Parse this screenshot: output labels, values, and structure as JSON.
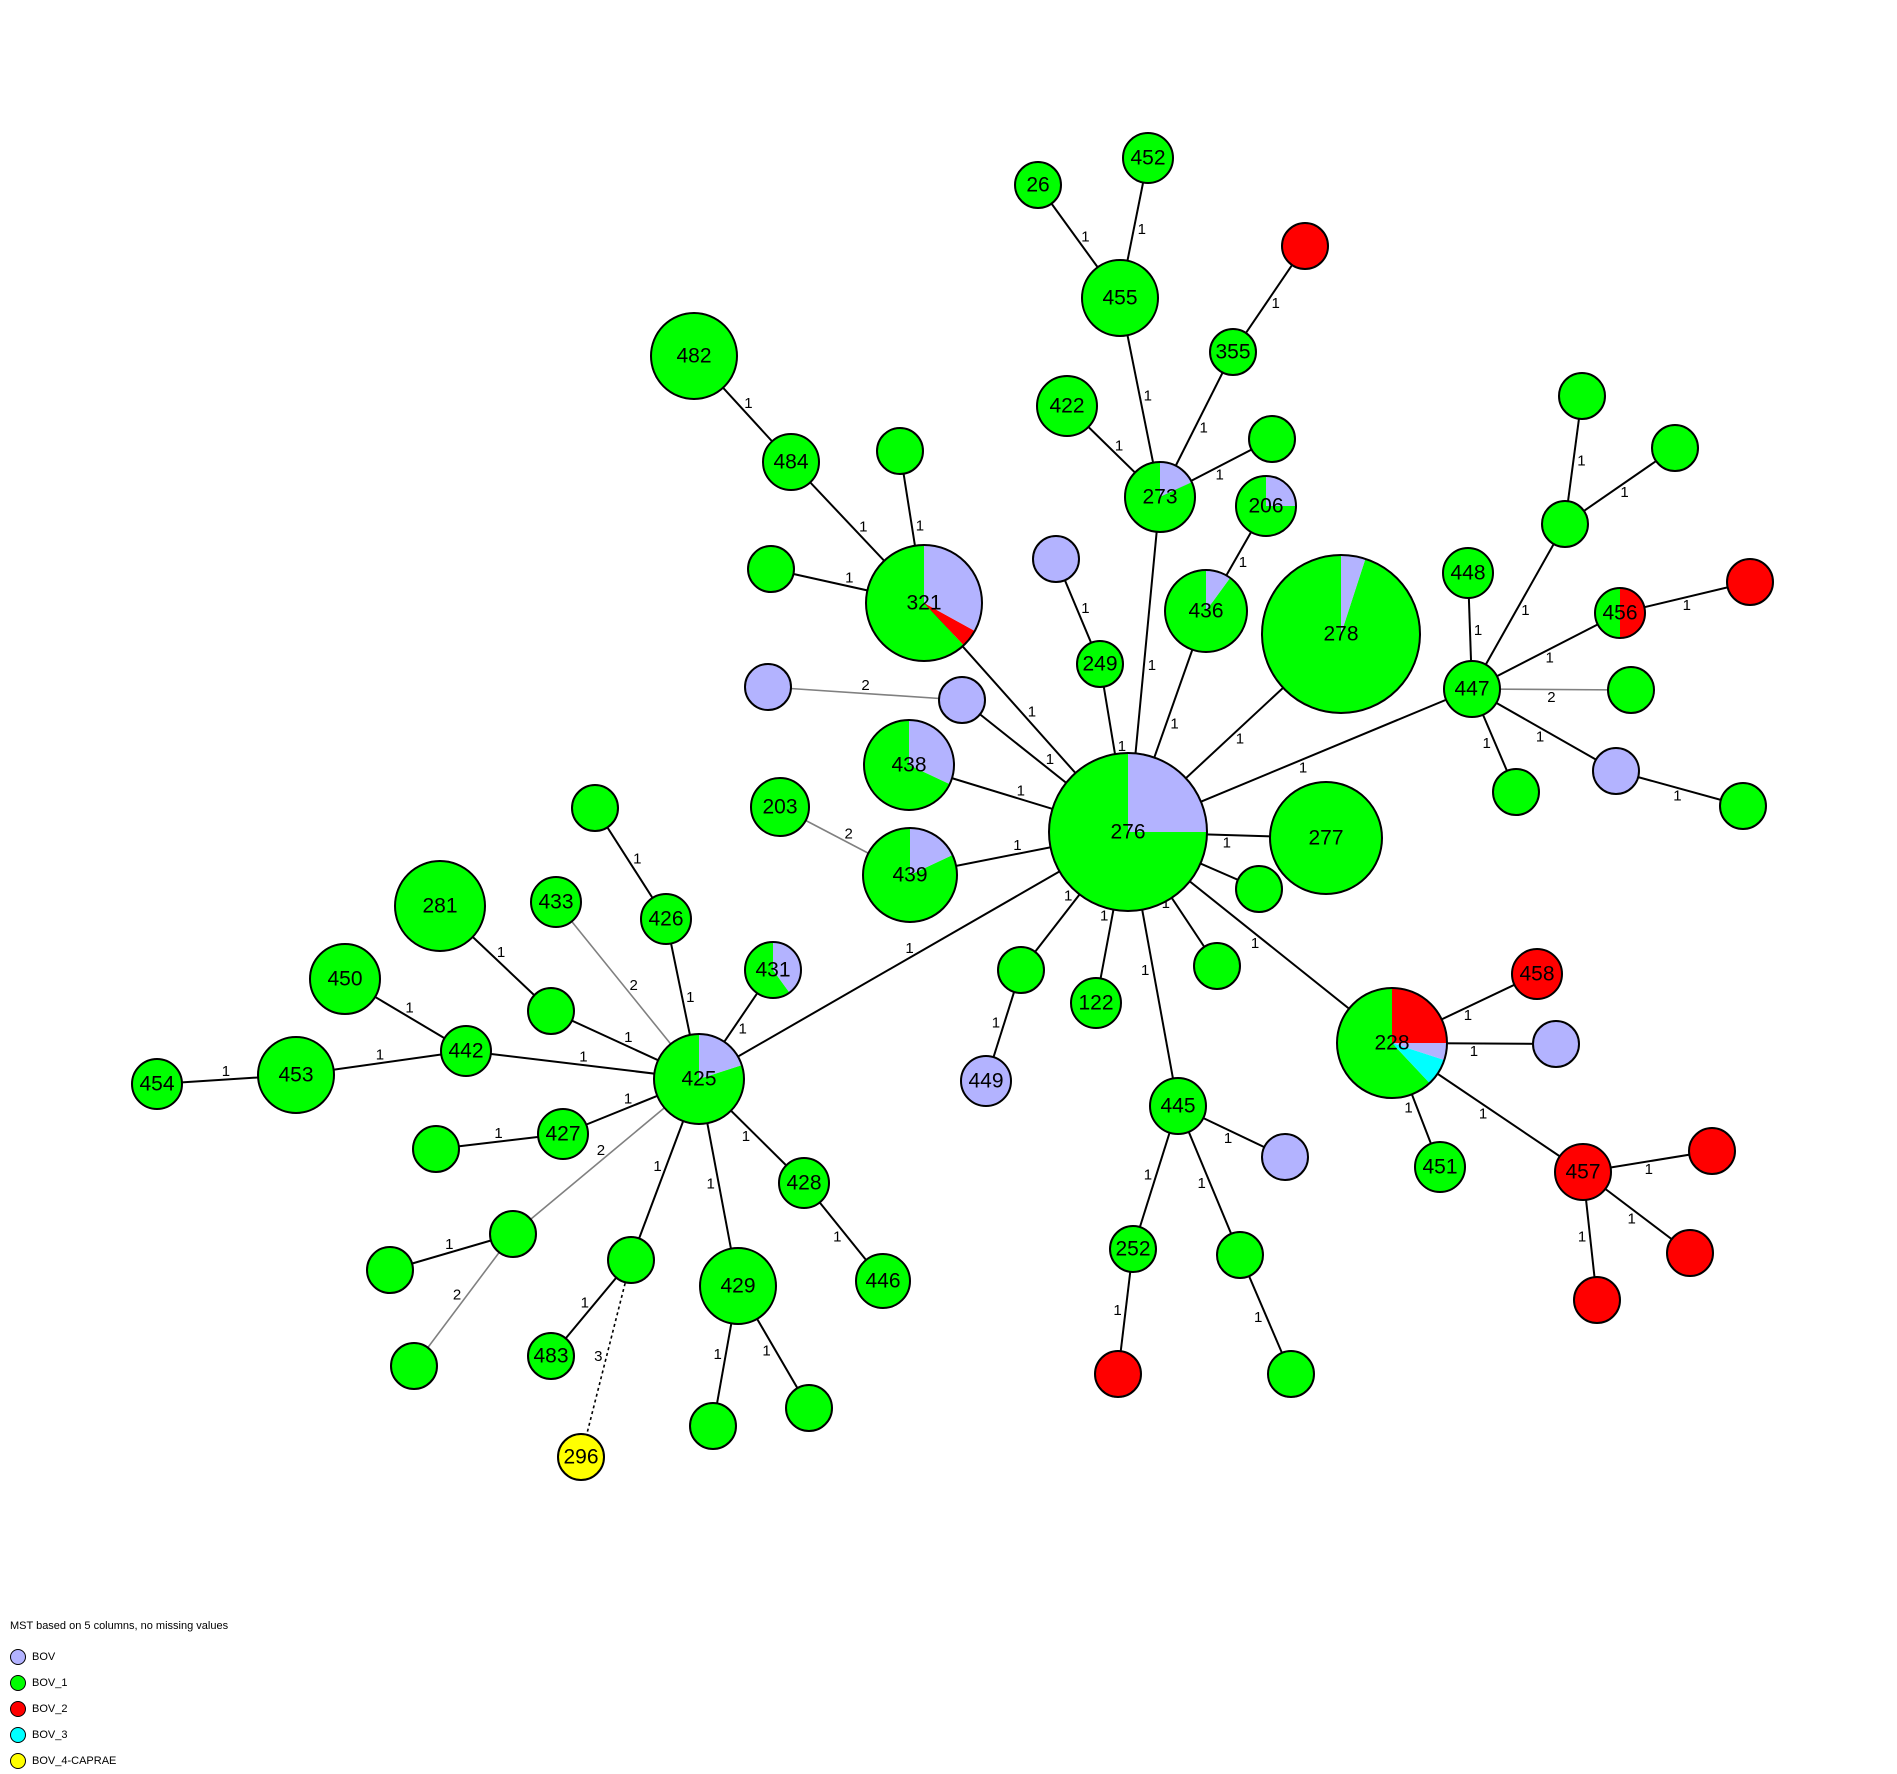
{
  "caption": "MST based on 5 columns, no missing values",
  "categories": [
    {
      "key": "BOV",
      "label": "BOV",
      "color": "#b3b3ff"
    },
    {
      "key": "BOV_1",
      "label": "BOV_1",
      "color": "#00ff00"
    },
    {
      "key": "BOV_2",
      "label": "BOV_2",
      "color": "#ff0000"
    },
    {
      "key": "BOV_3",
      "label": "BOV_3",
      "color": "#00ffff"
    },
    {
      "key": "BOV_4",
      "label": "BOV_4-CAPRAE",
      "color": "#ffff00"
    }
  ],
  "nodes": [
    {
      "id": "n276",
      "label": "276",
      "parts": [
        [
          "BOV_1",
          0.75
        ],
        [
          "BOV",
          0.25
        ]
      ]
    },
    {
      "id": "n278",
      "label": "278",
      "parts": [
        [
          "BOV_1",
          0.95
        ],
        [
          "BOV",
          0.05
        ]
      ]
    },
    {
      "id": "n277",
      "label": "277",
      "parts": [
        [
          "BOV_1",
          1
        ]
      ]
    },
    {
      "id": "n321",
      "label": "321",
      "parts": [
        [
          "BOV_1",
          0.62
        ],
        [
          "BOV_2",
          0.05
        ],
        [
          "BOV",
          0.33
        ]
      ]
    },
    {
      "id": "n482",
      "label": "482",
      "parts": [
        [
          "BOV_1",
          1
        ]
      ]
    },
    {
      "id": "n484",
      "label": "484",
      "parts": [
        [
          "BOV_1",
          1
        ]
      ]
    },
    {
      "id": "g321a",
      "label": "",
      "parts": [
        [
          "BOV_1",
          1
        ]
      ]
    },
    {
      "id": "g321b",
      "label": "",
      "parts": [
        [
          "BOV_1",
          1
        ]
      ]
    },
    {
      "id": "b1",
      "label": "",
      "parts": [
        [
          "BOV",
          1
        ]
      ]
    },
    {
      "id": "b2",
      "label": "",
      "parts": [
        [
          "BOV",
          1
        ]
      ]
    },
    {
      "id": "n438",
      "label": "438",
      "parts": [
        [
          "BOV_1",
          0.68
        ],
        [
          "BOV",
          0.32
        ]
      ]
    },
    {
      "id": "n439",
      "label": "439",
      "parts": [
        [
          "BOV_1",
          0.82
        ],
        [
          "BOV",
          0.18
        ]
      ]
    },
    {
      "id": "n203",
      "label": "203",
      "parts": [
        [
          "BOV_1",
          1
        ]
      ]
    },
    {
      "id": "b3",
      "label": "",
      "parts": [
        [
          "BOV",
          1
        ]
      ]
    },
    {
      "id": "n249",
      "label": "249",
      "parts": [
        [
          "BOV_1",
          1
        ]
      ]
    },
    {
      "id": "n273",
      "label": "273",
      "parts": [
        [
          "BOV_1",
          0.82
        ],
        [
          "BOV",
          0.18
        ]
      ]
    },
    {
      "id": "n455",
      "label": "455",
      "parts": [
        [
          "BOV_1",
          1
        ]
      ]
    },
    {
      "id": "n26",
      "label": "26",
      "parts": [
        [
          "BOV_1",
          1
        ]
      ]
    },
    {
      "id": "n452",
      "label": "452",
      "parts": [
        [
          "BOV_1",
          1
        ]
      ]
    },
    {
      "id": "n422",
      "label": "422",
      "parts": [
        [
          "BOV_1",
          1
        ]
      ]
    },
    {
      "id": "n355",
      "label": "355",
      "parts": [
        [
          "BOV_1",
          1
        ]
      ]
    },
    {
      "id": "r1",
      "label": "",
      "parts": [
        [
          "BOV_2",
          1
        ]
      ]
    },
    {
      "id": "g273",
      "label": "",
      "parts": [
        [
          "BOV_1",
          1
        ]
      ]
    },
    {
      "id": "n436",
      "label": "436",
      "parts": [
        [
          "BOV_1",
          0.9
        ],
        [
          "BOV",
          0.1
        ]
      ]
    },
    {
      "id": "n206",
      "label": "206",
      "parts": [
        [
          "BOV_1",
          0.75
        ],
        [
          "BOV",
          0.25
        ]
      ]
    },
    {
      "id": "n447",
      "label": "447",
      "parts": [
        [
          "BOV_1",
          1
        ]
      ]
    },
    {
      "id": "n448",
      "label": "448",
      "parts": [
        [
          "BOV_1",
          1
        ]
      ]
    },
    {
      "id": "g447a",
      "label": "",
      "parts": [
        [
          "BOV_1",
          1
        ]
      ]
    },
    {
      "id": "g447b",
      "label": "",
      "parts": [
        [
          "BOV_1",
          1
        ]
      ]
    },
    {
      "id": "g447c",
      "label": "",
      "parts": [
        [
          "BOV_1",
          1
        ]
      ]
    },
    {
      "id": "n456",
      "label": "456",
      "parts": [
        [
          "BOV_1",
          0.5
        ],
        [
          "BOV_2",
          0.5
        ]
      ]
    },
    {
      "id": "r2",
      "label": "",
      "parts": [
        [
          "BOV_2",
          1
        ]
      ]
    },
    {
      "id": "g447d",
      "label": "",
      "parts": [
        [
          "BOV_1",
          1
        ]
      ]
    },
    {
      "id": "g447e",
      "label": "",
      "parts": [
        [
          "BOV_1",
          1
        ]
      ]
    },
    {
      "id": "b4",
      "label": "",
      "parts": [
        [
          "BOV",
          1
        ]
      ]
    },
    {
      "id": "g447f",
      "label": "",
      "parts": [
        [
          "BOV_1",
          1
        ]
      ]
    },
    {
      "id": "g276a",
      "label": "",
      "parts": [
        [
          "BOV_1",
          1
        ]
      ]
    },
    {
      "id": "g276b",
      "label": "",
      "parts": [
        [
          "BOV_1",
          1
        ]
      ]
    },
    {
      "id": "n228",
      "label": "228",
      "parts": [
        [
          "BOV_1",
          0.62
        ],
        [
          "BOV_3",
          0.08
        ],
        [
          "BOV",
          0.05
        ],
        [
          "BOV_2",
          0.25
        ]
      ]
    },
    {
      "id": "n458",
      "label": "458",
      "parts": [
        [
          "BOV_2",
          1
        ]
      ]
    },
    {
      "id": "b5",
      "label": "",
      "parts": [
        [
          "BOV",
          1
        ]
      ]
    },
    {
      "id": "n451",
      "label": "451",
      "parts": [
        [
          "BOV_1",
          1
        ]
      ]
    },
    {
      "id": "n457",
      "label": "457",
      "parts": [
        [
          "BOV_2",
          1
        ]
      ]
    },
    {
      "id": "r3",
      "label": "",
      "parts": [
        [
          "BOV_2",
          1
        ]
      ]
    },
    {
      "id": "r4",
      "label": "",
      "parts": [
        [
          "BOV_2",
          1
        ]
      ]
    },
    {
      "id": "r5",
      "label": "",
      "parts": [
        [
          "BOV_2",
          1
        ]
      ]
    },
    {
      "id": "n445",
      "label": "445",
      "parts": [
        [
          "BOV_1",
          1
        ]
      ]
    },
    {
      "id": "b6",
      "label": "",
      "parts": [
        [
          "BOV",
          1
        ]
      ]
    },
    {
      "id": "n252",
      "label": "252",
      "parts": [
        [
          "BOV_1",
          1
        ]
      ]
    },
    {
      "id": "r6",
      "label": "",
      "parts": [
        [
          "BOV_2",
          1
        ]
      ]
    },
    {
      "id": "g445a",
      "label": "",
      "parts": [
        [
          "BOV_1",
          1
        ]
      ]
    },
    {
      "id": "g445b",
      "label": "",
      "parts": [
        [
          "BOV_1",
          1
        ]
      ]
    },
    {
      "id": "n122",
      "label": "122",
      "parts": [
        [
          "BOV_1",
          1
        ]
      ]
    },
    {
      "id": "g276c",
      "label": "",
      "parts": [
        [
          "BOV_1",
          1
        ]
      ]
    },
    {
      "id": "n449",
      "label": "449",
      "parts": [
        [
          "BOV",
          1
        ]
      ]
    },
    {
      "id": "n425",
      "label": "425",
      "parts": [
        [
          "BOV_1",
          0.8
        ],
        [
          "BOV",
          0.2
        ]
      ]
    },
    {
      "id": "n431",
      "label": "431",
      "parts": [
        [
          "BOV_1",
          0.6
        ],
        [
          "BOV",
          0.4
        ]
      ]
    },
    {
      "id": "n426",
      "label": "426",
      "parts": [
        [
          "BOV_1",
          1
        ]
      ]
    },
    {
      "id": "g426",
      "label": "",
      "parts": [
        [
          "BOV_1",
          1
        ]
      ]
    },
    {
      "id": "n433",
      "label": "433",
      "parts": [
        [
          "BOV_1",
          1
        ]
      ]
    },
    {
      "id": "g425a",
      "label": "",
      "parts": [
        [
          "BOV_1",
          1
        ]
      ]
    },
    {
      "id": "n281",
      "label": "281",
      "parts": [
        [
          "BOV_1",
          1
        ]
      ]
    },
    {
      "id": "n442",
      "label": "442",
      "parts": [
        [
          "BOV_1",
          1
        ]
      ]
    },
    {
      "id": "n450",
      "label": "450",
      "parts": [
        [
          "BOV_1",
          1
        ]
      ]
    },
    {
      "id": "n453",
      "label": "453",
      "parts": [
        [
          "BOV_1",
          1
        ]
      ]
    },
    {
      "id": "n454",
      "label": "454",
      "parts": [
        [
          "BOV_1",
          1
        ]
      ]
    },
    {
      "id": "n427",
      "label": "427",
      "parts": [
        [
          "BOV_1",
          1
        ]
      ]
    },
    {
      "id": "g427",
      "label": "",
      "parts": [
        [
          "BOV_1",
          1
        ]
      ]
    },
    {
      "id": "g425b",
      "label": "",
      "parts": [
        [
          "BOV_1",
          1
        ]
      ]
    },
    {
      "id": "g425c",
      "label": "",
      "parts": [
        [
          "BOV_1",
          1
        ]
      ]
    },
    {
      "id": "g425d",
      "label": "",
      "parts": [
        [
          "BOV_1",
          1
        ]
      ]
    },
    {
      "id": "g425e",
      "label": "",
      "parts": [
        [
          "BOV_1",
          1
        ]
      ]
    },
    {
      "id": "n483",
      "label": "483",
      "parts": [
        [
          "BOV_1",
          1
        ]
      ]
    },
    {
      "id": "n296",
      "label": "296",
      "parts": [
        [
          "BOV_4",
          1
        ]
      ]
    },
    {
      "id": "n429",
      "label": "429",
      "parts": [
        [
          "BOV_1",
          1
        ]
      ]
    },
    {
      "id": "g429a",
      "label": "",
      "parts": [
        [
          "BOV_1",
          1
        ]
      ]
    },
    {
      "id": "g429b",
      "label": "",
      "parts": [
        [
          "BOV_1",
          1
        ]
      ]
    },
    {
      "id": "n428",
      "label": "428",
      "parts": [
        [
          "BOV_1",
          1
        ]
      ]
    },
    {
      "id": "n446",
      "label": "446",
      "parts": [
        [
          "BOV_1",
          1
        ]
      ]
    }
  ],
  "edges": [
    {
      "source": "n276",
      "target": "n321",
      "distance": "1"
    },
    {
      "source": "n321",
      "target": "n484",
      "distance": "1"
    },
    {
      "source": "n484",
      "target": "n482",
      "distance": "1"
    },
    {
      "source": "n321",
      "target": "g321a",
      "distance": "1"
    },
    {
      "source": "n321",
      "target": "g321b",
      "distance": "1"
    },
    {
      "source": "n276",
      "target": "b1",
      "distance": "1"
    },
    {
      "source": "b1",
      "target": "b2",
      "distance": "2"
    },
    {
      "source": "n276",
      "target": "n438",
      "distance": "1"
    },
    {
      "source": "n276",
      "target": "n439",
      "distance": "1"
    },
    {
      "source": "n439",
      "target": "n203",
      "distance": "2"
    },
    {
      "source": "n276",
      "target": "n249",
      "distance": "1"
    },
    {
      "source": "n249",
      "target": "b3",
      "distance": "1"
    },
    {
      "source": "n276",
      "target": "n273",
      "distance": "1"
    },
    {
      "source": "n273",
      "target": "n455",
      "distance": "1"
    },
    {
      "source": "n455",
      "target": "n26",
      "distance": "1"
    },
    {
      "source": "n455",
      "target": "n452",
      "distance": "1"
    },
    {
      "source": "n273",
      "target": "n422",
      "distance": "1"
    },
    {
      "source": "n273",
      "target": "n355",
      "distance": "1"
    },
    {
      "source": "n355",
      "target": "r1",
      "distance": "1"
    },
    {
      "source": "n273",
      "target": "g273",
      "distance": "1"
    },
    {
      "source": "n276",
      "target": "n436",
      "distance": "1"
    },
    {
      "source": "n436",
      "target": "n206",
      "distance": "1"
    },
    {
      "source": "n276",
      "target": "n278",
      "distance": "1"
    },
    {
      "source": "n276",
      "target": "n447",
      "distance": "1"
    },
    {
      "source": "n447",
      "target": "n448",
      "distance": "1"
    },
    {
      "source": "n447",
      "target": "g447a",
      "distance": "1"
    },
    {
      "source": "g447a",
      "target": "g447b",
      "distance": "1"
    },
    {
      "source": "g447a",
      "target": "g447c",
      "distance": "1"
    },
    {
      "source": "n447",
      "target": "n456",
      "distance": "1"
    },
    {
      "source": "n456",
      "target": "r2",
      "distance": "1"
    },
    {
      "source": "n447",
      "target": "g447d",
      "distance": "2"
    },
    {
      "source": "n447",
      "target": "g447e",
      "distance": "1"
    },
    {
      "source": "n447",
      "target": "b4",
      "distance": "1"
    },
    {
      "source": "b4",
      "target": "g447f",
      "distance": "1"
    },
    {
      "source": "n276",
      "target": "n277",
      "distance": "1"
    },
    {
      "source": "n276",
      "target": "g276a",
      "distance": "1"
    },
    {
      "source": "n276",
      "target": "g276b",
      "distance": "1"
    },
    {
      "source": "n276",
      "target": "n228",
      "distance": "1"
    },
    {
      "source": "n228",
      "target": "n458",
      "distance": "1"
    },
    {
      "source": "n228",
      "target": "b5",
      "distance": "1"
    },
    {
      "source": "n228",
      "target": "n451",
      "distance": "1"
    },
    {
      "source": "n228",
      "target": "n457",
      "distance": "1"
    },
    {
      "source": "n457",
      "target": "r3",
      "distance": "1"
    },
    {
      "source": "n457",
      "target": "r4",
      "distance": "1"
    },
    {
      "source": "n457",
      "target": "r5",
      "distance": "1"
    },
    {
      "source": "n276",
      "target": "n445",
      "distance": "1"
    },
    {
      "source": "n445",
      "target": "b6",
      "distance": "1"
    },
    {
      "source": "n445",
      "target": "n252",
      "distance": "1"
    },
    {
      "source": "n252",
      "target": "r6",
      "distance": "1"
    },
    {
      "source": "n445",
      "target": "g445a",
      "distance": "1"
    },
    {
      "source": "g445a",
      "target": "g445b",
      "distance": "1"
    },
    {
      "source": "n276",
      "target": "n122",
      "distance": "1"
    },
    {
      "source": "n276",
      "target": "g276c",
      "distance": "1"
    },
    {
      "source": "g276c",
      "target": "n449",
      "distance": "1"
    },
    {
      "source": "n276",
      "target": "n425",
      "distance": "1"
    },
    {
      "source": "n425",
      "target": "n431",
      "distance": "1"
    },
    {
      "source": "n425",
      "target": "n426",
      "distance": "1"
    },
    {
      "source": "n426",
      "target": "g426",
      "distance": "1"
    },
    {
      "source": "n425",
      "target": "n433",
      "distance": "2"
    },
    {
      "source": "n425",
      "target": "g425a",
      "distance": "1"
    },
    {
      "source": "g425a",
      "target": "n281",
      "distance": "1"
    },
    {
      "source": "n425",
      "target": "n442",
      "distance": "1"
    },
    {
      "source": "n442",
      "target": "n450",
      "distance": "1"
    },
    {
      "source": "n442",
      "target": "n453",
      "distance": "1"
    },
    {
      "source": "n453",
      "target": "n454",
      "distance": "1"
    },
    {
      "source": "n425",
      "target": "n427",
      "distance": "1"
    },
    {
      "source": "n427",
      "target": "g427",
      "distance": "1"
    },
    {
      "source": "n425",
      "target": "g425b",
      "distance": "2"
    },
    {
      "source": "g425b",
      "target": "g425c",
      "distance": "1"
    },
    {
      "source": "g425b",
      "target": "g425d",
      "distance": "2"
    },
    {
      "source": "n425",
      "target": "g425e",
      "distance": "1"
    },
    {
      "source": "g425e",
      "target": "n483",
      "distance": "1"
    },
    {
      "source": "g425e",
      "target": "n296",
      "distance": "3"
    },
    {
      "source": "n425",
      "target": "n429",
      "distance": "1"
    },
    {
      "source": "n429",
      "target": "g429a",
      "distance": "1"
    },
    {
      "source": "n429",
      "target": "g429b",
      "distance": "1"
    },
    {
      "source": "n425",
      "target": "n428",
      "distance": "1"
    },
    {
      "source": "n428",
      "target": "n446",
      "distance": "1"
    }
  ]
}
